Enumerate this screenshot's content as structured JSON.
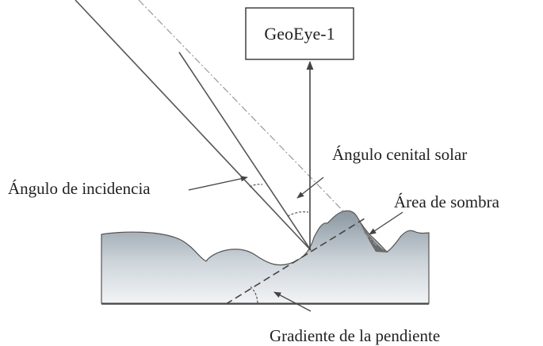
{
  "diagram": {
    "satellite_label": "GeoEye-1",
    "labels": {
      "solar_zenith_angle": "Ángulo cenital solar",
      "incidence_angle": "Ángulo de incidencia",
      "shadow_area": "Área de sombra",
      "slope_gradient": "Gradiente de la pendiente"
    },
    "colors": {
      "line": "#4a4a4a",
      "terrain_top": "#8a97a1",
      "terrain_bottom": "#f2f4f6",
      "shadow": "#6b6b6b",
      "dashed_ray": "#9a9a9a"
    }
  }
}
